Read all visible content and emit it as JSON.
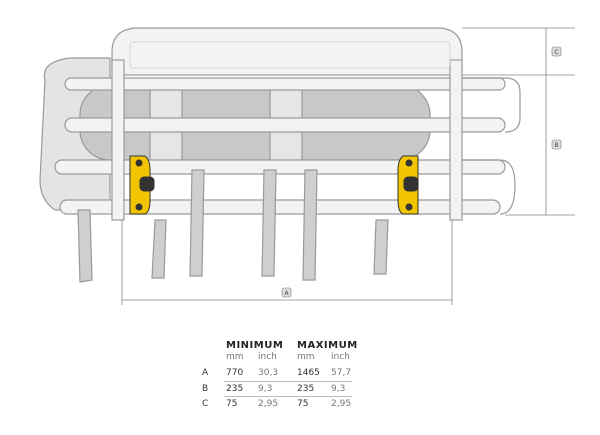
{
  "dimension_labels": {
    "a": "A",
    "b": "B",
    "c": "C"
  },
  "colors": {
    "clamp": "#f2c500",
    "knob": "#333333",
    "frame": "#f2f2f2",
    "bag": "#c8c8c8"
  },
  "table": {
    "minimum_header": "MINIMUM",
    "maximum_header": "MAXIMUM",
    "units": {
      "min_mm": "mm",
      "min_inch": "inch",
      "max_mm": "mm",
      "max_inch": "inch"
    },
    "rows": [
      {
        "label": "A",
        "min_mm": "770",
        "min_inch": "30,3",
        "max_mm": "1465",
        "max_inch": "57,7"
      },
      {
        "label": "B",
        "min_mm": "235",
        "min_inch": "9,3",
        "max_mm": "235",
        "max_inch": "9,3"
      },
      {
        "label": "C",
        "min_mm": "75",
        "min_inch": "2,95",
        "max_mm": "75",
        "max_inch": "2,95"
      }
    ]
  }
}
